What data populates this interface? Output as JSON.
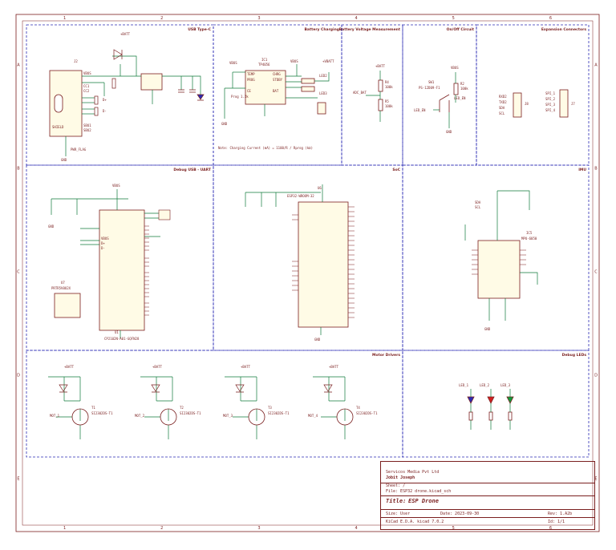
{
  "sections": {
    "usb": "USB Type-C",
    "battery_charging": "Battery Charging",
    "battery_voltage": "Battery Voltage Measurement",
    "onoff": "On/Off Circuit",
    "expansion": "Expansion Connectors",
    "debug_usb": "Debug USB - UART",
    "soc": "SoC",
    "imu": "IMU",
    "motor_drivers": "Motor Drivers",
    "debug_leds": "Debug LEDs"
  },
  "labels": {
    "j2": "J2",
    "vbus": "VBUS",
    "gnd": "GND",
    "cc1": "CC1",
    "cc2": "CC2",
    "dplus": "D+",
    "dminus": "D-",
    "shield": "SHIELD",
    "sbu1": "SBU1",
    "sbu2": "SBU2",
    "pwr_flag": "PWR_FLAG",
    "vbatt": "+BATT",
    "vbatt2": "+VBATT",
    "ic1": "IC1",
    "tp4056": "TP4056",
    "temp": "TEMP",
    "prog": "PROG",
    "chrg": "CHRG",
    "stdby": "STDBY",
    "bat": "BAT",
    "ce": "CE",
    "prog_val": "Prog 1.2k",
    "charge_note": "Note: Charging Current (mA) = 1100/R / Rprog (kΩ)",
    "led2": "LED2",
    "led3": "LED3",
    "r4": "R4",
    "r5": "R5",
    "r4v": "100k",
    "r5v": "100k",
    "adc_bat": "ADC_BAT",
    "sw1": "SW1",
    "sw1v": "PS-12D09-F1",
    "r2": "R2",
    "r2v": "100k",
    "led_en": "LED_EN",
    "led_en2": "LED_EN",
    "j8": "J8",
    "j7": "J7",
    "rxd2": "RXD2",
    "txd2": "TXD2",
    "sda": "SDA",
    "scl": "SCL",
    "spi1": "SPI_1",
    "spi2": "SPI_2",
    "spi3": "SPI_3",
    "spi4": "SPI_4",
    "u1": "U1",
    "cp2102": "CP2102N-A01-GQFN28",
    "u6": "U6",
    "esp32": "ESP32-WROOM-32",
    "u7": "U7",
    "ldo": "PRTR5V0U2X",
    "ic5": "IC5",
    "mpu6050": "MPU-6050",
    "t1": "T1",
    "t2": "T2",
    "t3": "T3",
    "t4": "T4",
    "fet": "SI2302DS-T1",
    "mot1": "MOT_1",
    "mot2": "MOT_2",
    "mot3": "MOT_3",
    "mot4": "MOT_4",
    "led_1": "LED_1",
    "led_2": "LED_2",
    "led_3": "LED_3"
  },
  "title_block": {
    "company": "Servicos Media Pvt Ltd",
    "author": "Jobit Joseph",
    "sheet": "Sheet: /",
    "file": "File: ESP32 drone.kicad_sch",
    "title_label": "Title:",
    "title": "ESP Drone",
    "size": "Size: User",
    "date": "Date: 2023-09-30",
    "rev": "Rev: 1.A2b",
    "kicad": "KiCad E.D.A.  kicad 7.0.2",
    "id": "Id: 1/1"
  },
  "zone_cols": [
    "1",
    "2",
    "3",
    "4",
    "5",
    "6"
  ],
  "zone_rows": [
    "A",
    "B",
    "C",
    "D",
    "E"
  ],
  "colors": {
    "border": "#7a1f1f",
    "section": "#2b2bb5",
    "wire": "#0f7a3a",
    "symbol": "#7a1f1f",
    "label": "#7a1f1f",
    "net": "#2b2bb5"
  }
}
